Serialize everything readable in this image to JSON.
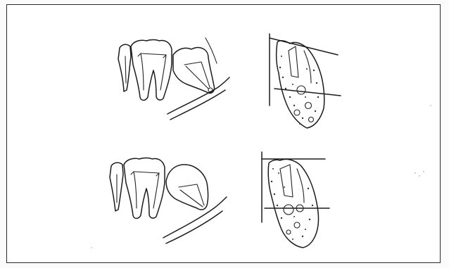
{
  "figure": {
    "panels": [
      {
        "id": "top-left",
        "subject": "molar-with-mesioangular-impacted-tooth-illustration"
      },
      {
        "id": "top-right",
        "subject": "radiograph-style-sketch-with-reference-lines"
      },
      {
        "id": "bottom-left",
        "subject": "molar-with-impacted-tooth-illustration"
      },
      {
        "id": "bottom-right",
        "subject": "radiograph-style-sketch-with-reference-lines"
      }
    ],
    "colors": {
      "ink": "#1c1c1c",
      "paper": "#ffffff",
      "frame": "#2a2a2a"
    }
  }
}
